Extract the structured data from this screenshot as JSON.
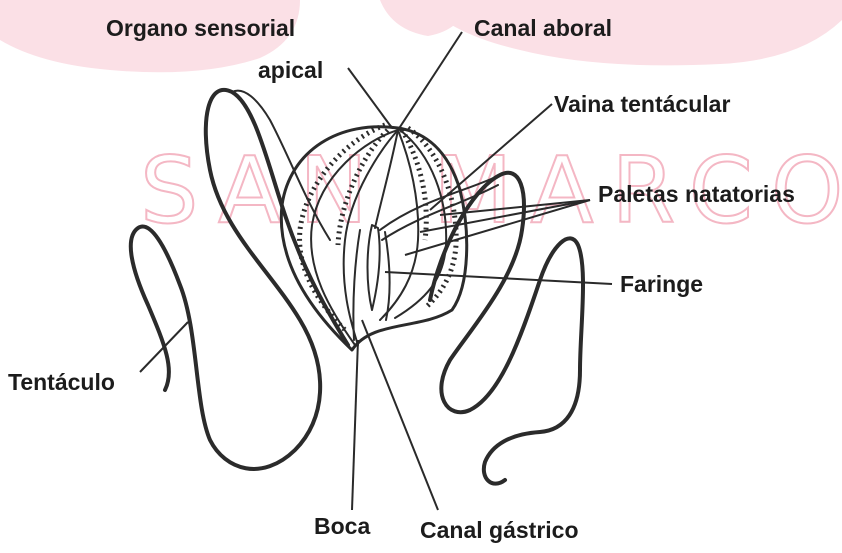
{
  "watermark": {
    "text": "SAN MARCOS",
    "color": "#f4b7c4"
  },
  "labels": {
    "organo_line1": "Organo sensorial",
    "organo_line2": "apical",
    "canal_aboral": "Canal aboral",
    "vaina_tentacular": "Vaina tentácular",
    "paletas_natatorias": "Paletas natatorias",
    "faringe": "Faringe",
    "tentaculo": "Tentáculo",
    "boca": "Boca",
    "canal_gastrico": "Canal gástrico"
  },
  "colors": {
    "ink": "#2b2b2b",
    "banner_pink": "#f4b7c4"
  }
}
